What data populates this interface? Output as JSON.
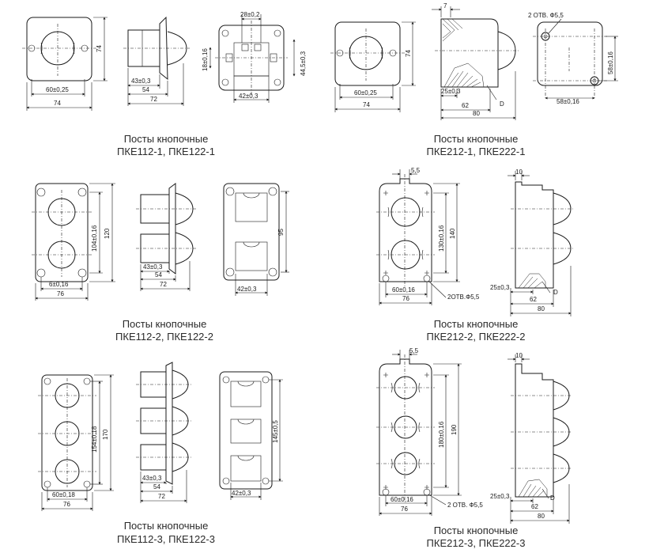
{
  "row1": {
    "left": {
      "caption_line1": "Посты кнопочные",
      "caption_line2": "ПКЕ112-1, ПКЕ122-1",
      "dims": {
        "w_inner": "60±0,25",
        "w_outer": "74",
        "h_outer": "74",
        "side_43": "43±0,3",
        "side_54": "54",
        "side_72": "72",
        "back_28": "28±0,2",
        "back_18": "18±0,16",
        "back_44": "44,5±0,3",
        "back_42": "42±0,3"
      }
    },
    "right": {
      "caption_line1": "Посты кнопочные",
      "caption_line2": "ПКЕ212-1, ПКЕ222-1",
      "dims": {
        "w_inner": "60±0,25",
        "w_outer": "74",
        "h_outer": "74",
        "top_7": "7",
        "side_25": "25±0,3",
        "side_62": "62",
        "side_80": "80",
        "d": "D",
        "holes": "2 ОТВ. Ф5,5",
        "back_58h": "58±0,16",
        "back_58w": "58±0,16"
      }
    }
  },
  "row2": {
    "left": {
      "caption_line1": "Посты кнопочные",
      "caption_line2": "ПКЕ112-2, ПКЕ122-2",
      "dims": {
        "w_6": "6±0,16",
        "w_76": "76",
        "h_104": "104±0,16",
        "h_120": "120",
        "side_43": "43±0,3",
        "side_54": "54",
        "side_72": "72",
        "back_95": "95",
        "back_42": "42±0,3"
      }
    },
    "right": {
      "caption_line1": "Посты кнопочные",
      "caption_line2": "ПКЕ212-2, ПКЕ222-2",
      "dims": {
        "top_5": "5,5",
        "w_60": "60±0,16",
        "w_76": "76",
        "h_130": "130±0,16",
        "h_140": "140",
        "holes": "2ОТВ.Ф5,5",
        "top_10": "10",
        "side_25": "25±0,3",
        "side_62": "62",
        "side_80": "80",
        "d": "D"
      }
    }
  },
  "row3": {
    "left": {
      "caption_line1": "Посты кнопочные",
      "caption_line2": "ПКЕ112-3, ПКЕ122-3",
      "dims": {
        "w_60": "60±0,18",
        "w_76": "76",
        "h_154": "154±0,18",
        "h_170": "170",
        "side_43": "43±0,3",
        "side_54": "54",
        "side_72": "72",
        "back_145": "145±0,5",
        "back_42": "42±0,3"
      }
    },
    "right": {
      "caption_line1": "Посты кнопочные",
      "caption_line2": "ПКЕ212-3, ПКЕ222-3",
      "dims": {
        "top_5": "5,5",
        "w_60": "60±0,16",
        "w_76": "76",
        "h_180": "180±0,16",
        "h_190": "190",
        "holes": "2 ОТВ. Ф5,5",
        "top_10": "10",
        "side_25": "25±0,3",
        "side_62": "62",
        "side_80": "80",
        "d": "D"
      }
    }
  }
}
